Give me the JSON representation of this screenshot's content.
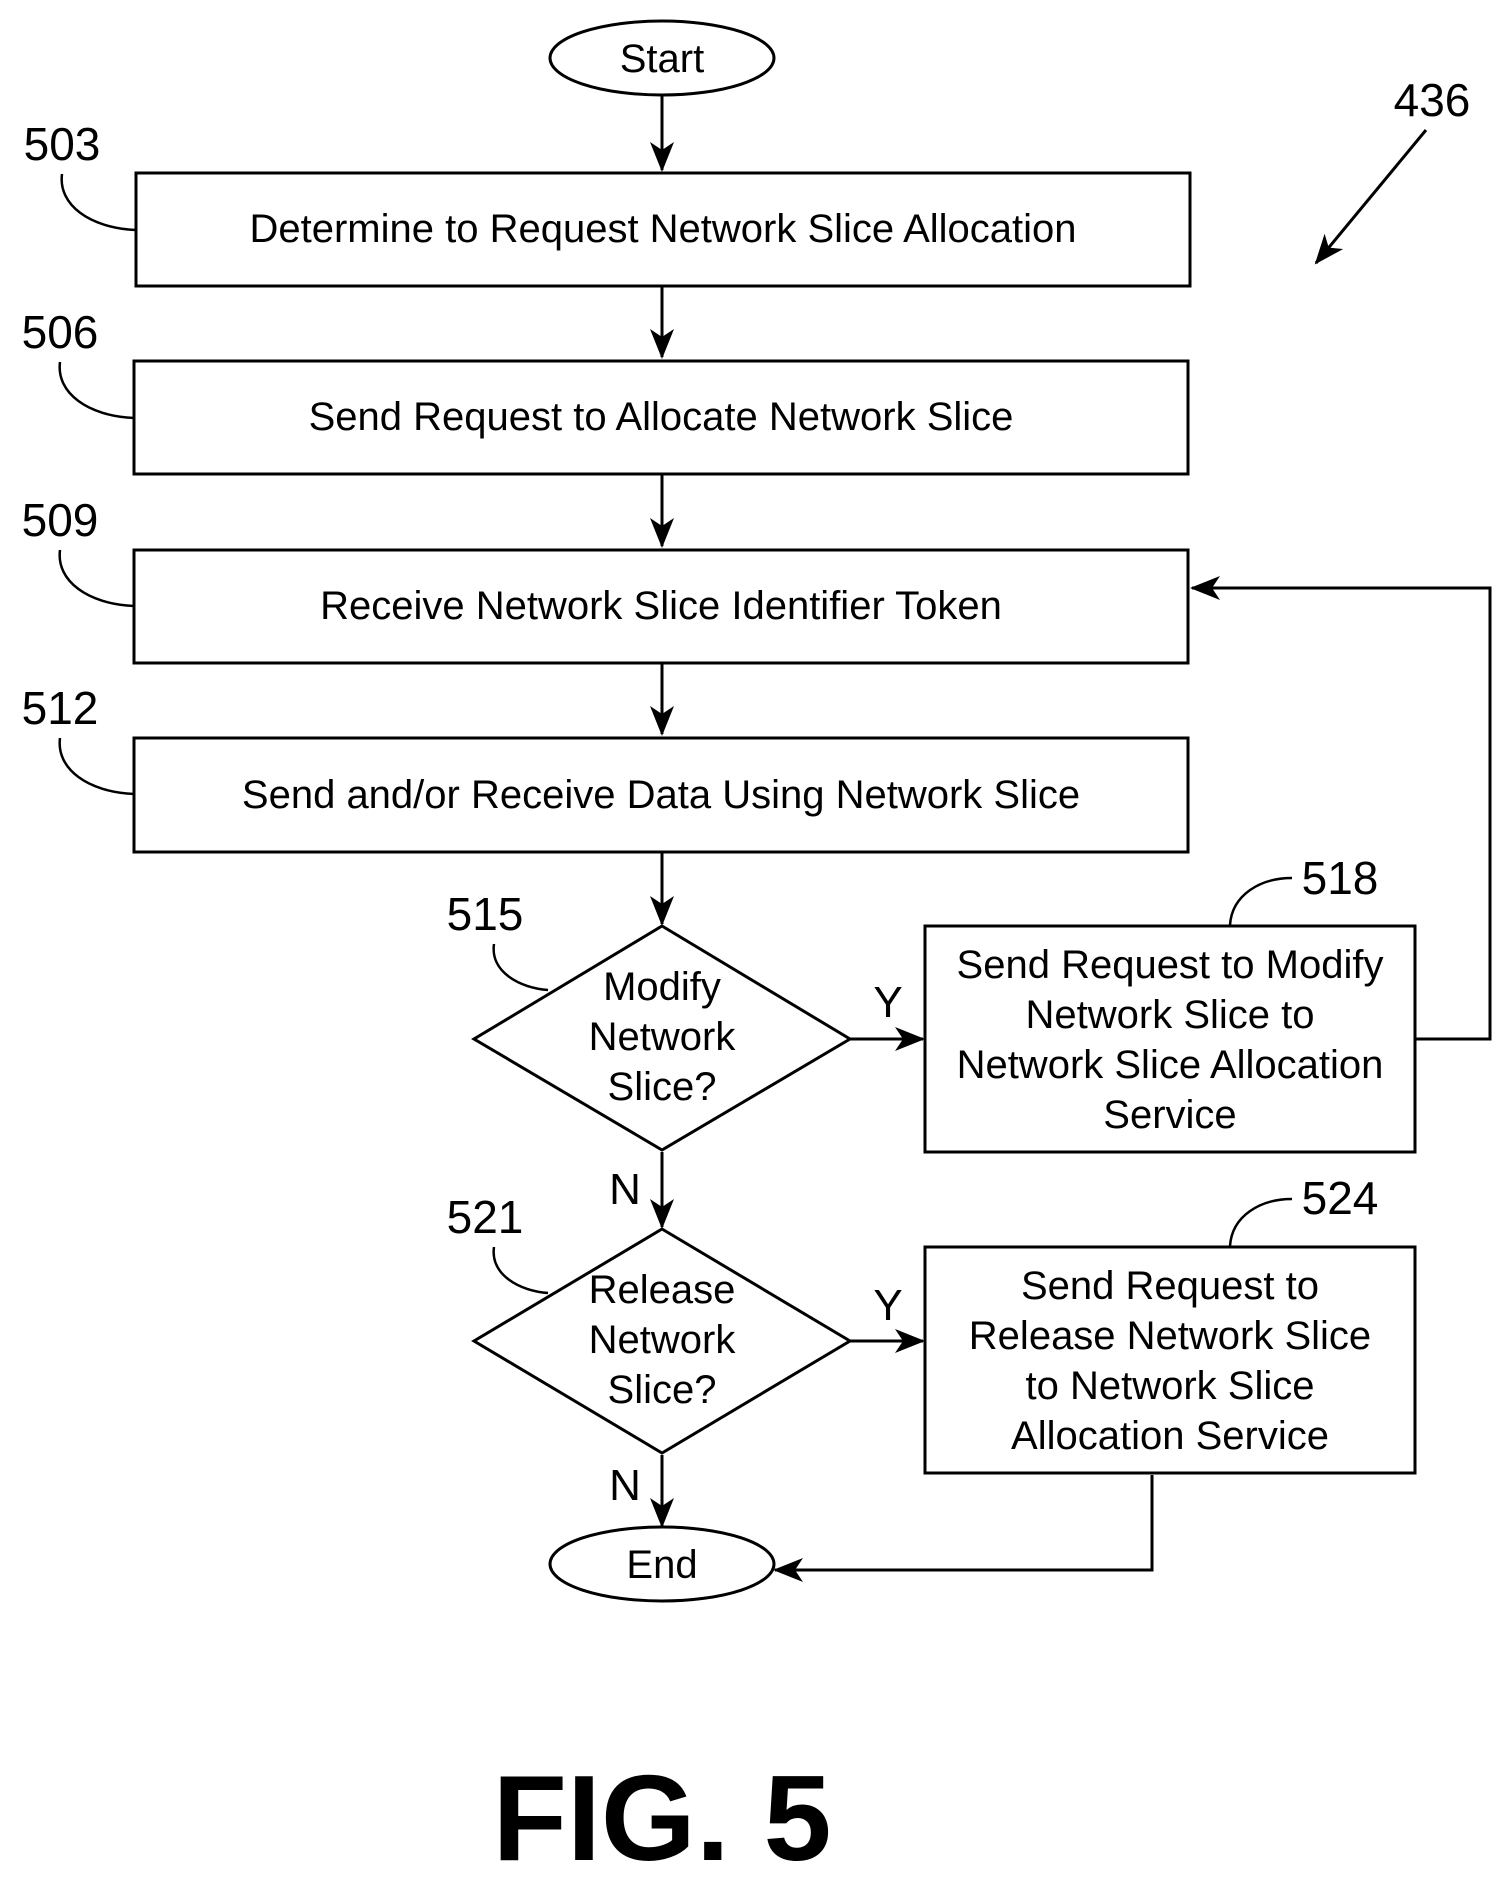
{
  "diagram": {
    "start_label": "Start",
    "end_label": "End",
    "figure_ref": "436",
    "figure_caption": "FIG. 5",
    "steps": [
      {
        "ref": "503",
        "label": "Determine to Request Network Slice Allocation"
      },
      {
        "ref": "506",
        "label": "Send Request to Allocate Network Slice"
      },
      {
        "ref": "509",
        "label": "Receive Network Slice Identifier Token"
      },
      {
        "ref": "512",
        "label": "Send and/or Receive Data Using Network Slice"
      }
    ],
    "decisions": [
      {
        "ref": "515",
        "lines": [
          "Modify",
          "Network",
          "Slice?"
        ],
        "yes_label": "Y",
        "no_label": "N"
      },
      {
        "ref": "521",
        "lines": [
          "Release",
          "Network",
          "Slice?"
        ],
        "yes_label": "Y",
        "no_label": "N"
      }
    ],
    "side_steps": [
      {
        "ref": "518",
        "lines": [
          "Send Request to Modify",
          "Network Slice to",
          "Network Slice Allocation",
          "Service"
        ]
      },
      {
        "ref": "524",
        "lines": [
          "Send Request to",
          "Release Network Slice",
          "to Network Slice",
          "Allocation Service"
        ]
      }
    ]
  }
}
